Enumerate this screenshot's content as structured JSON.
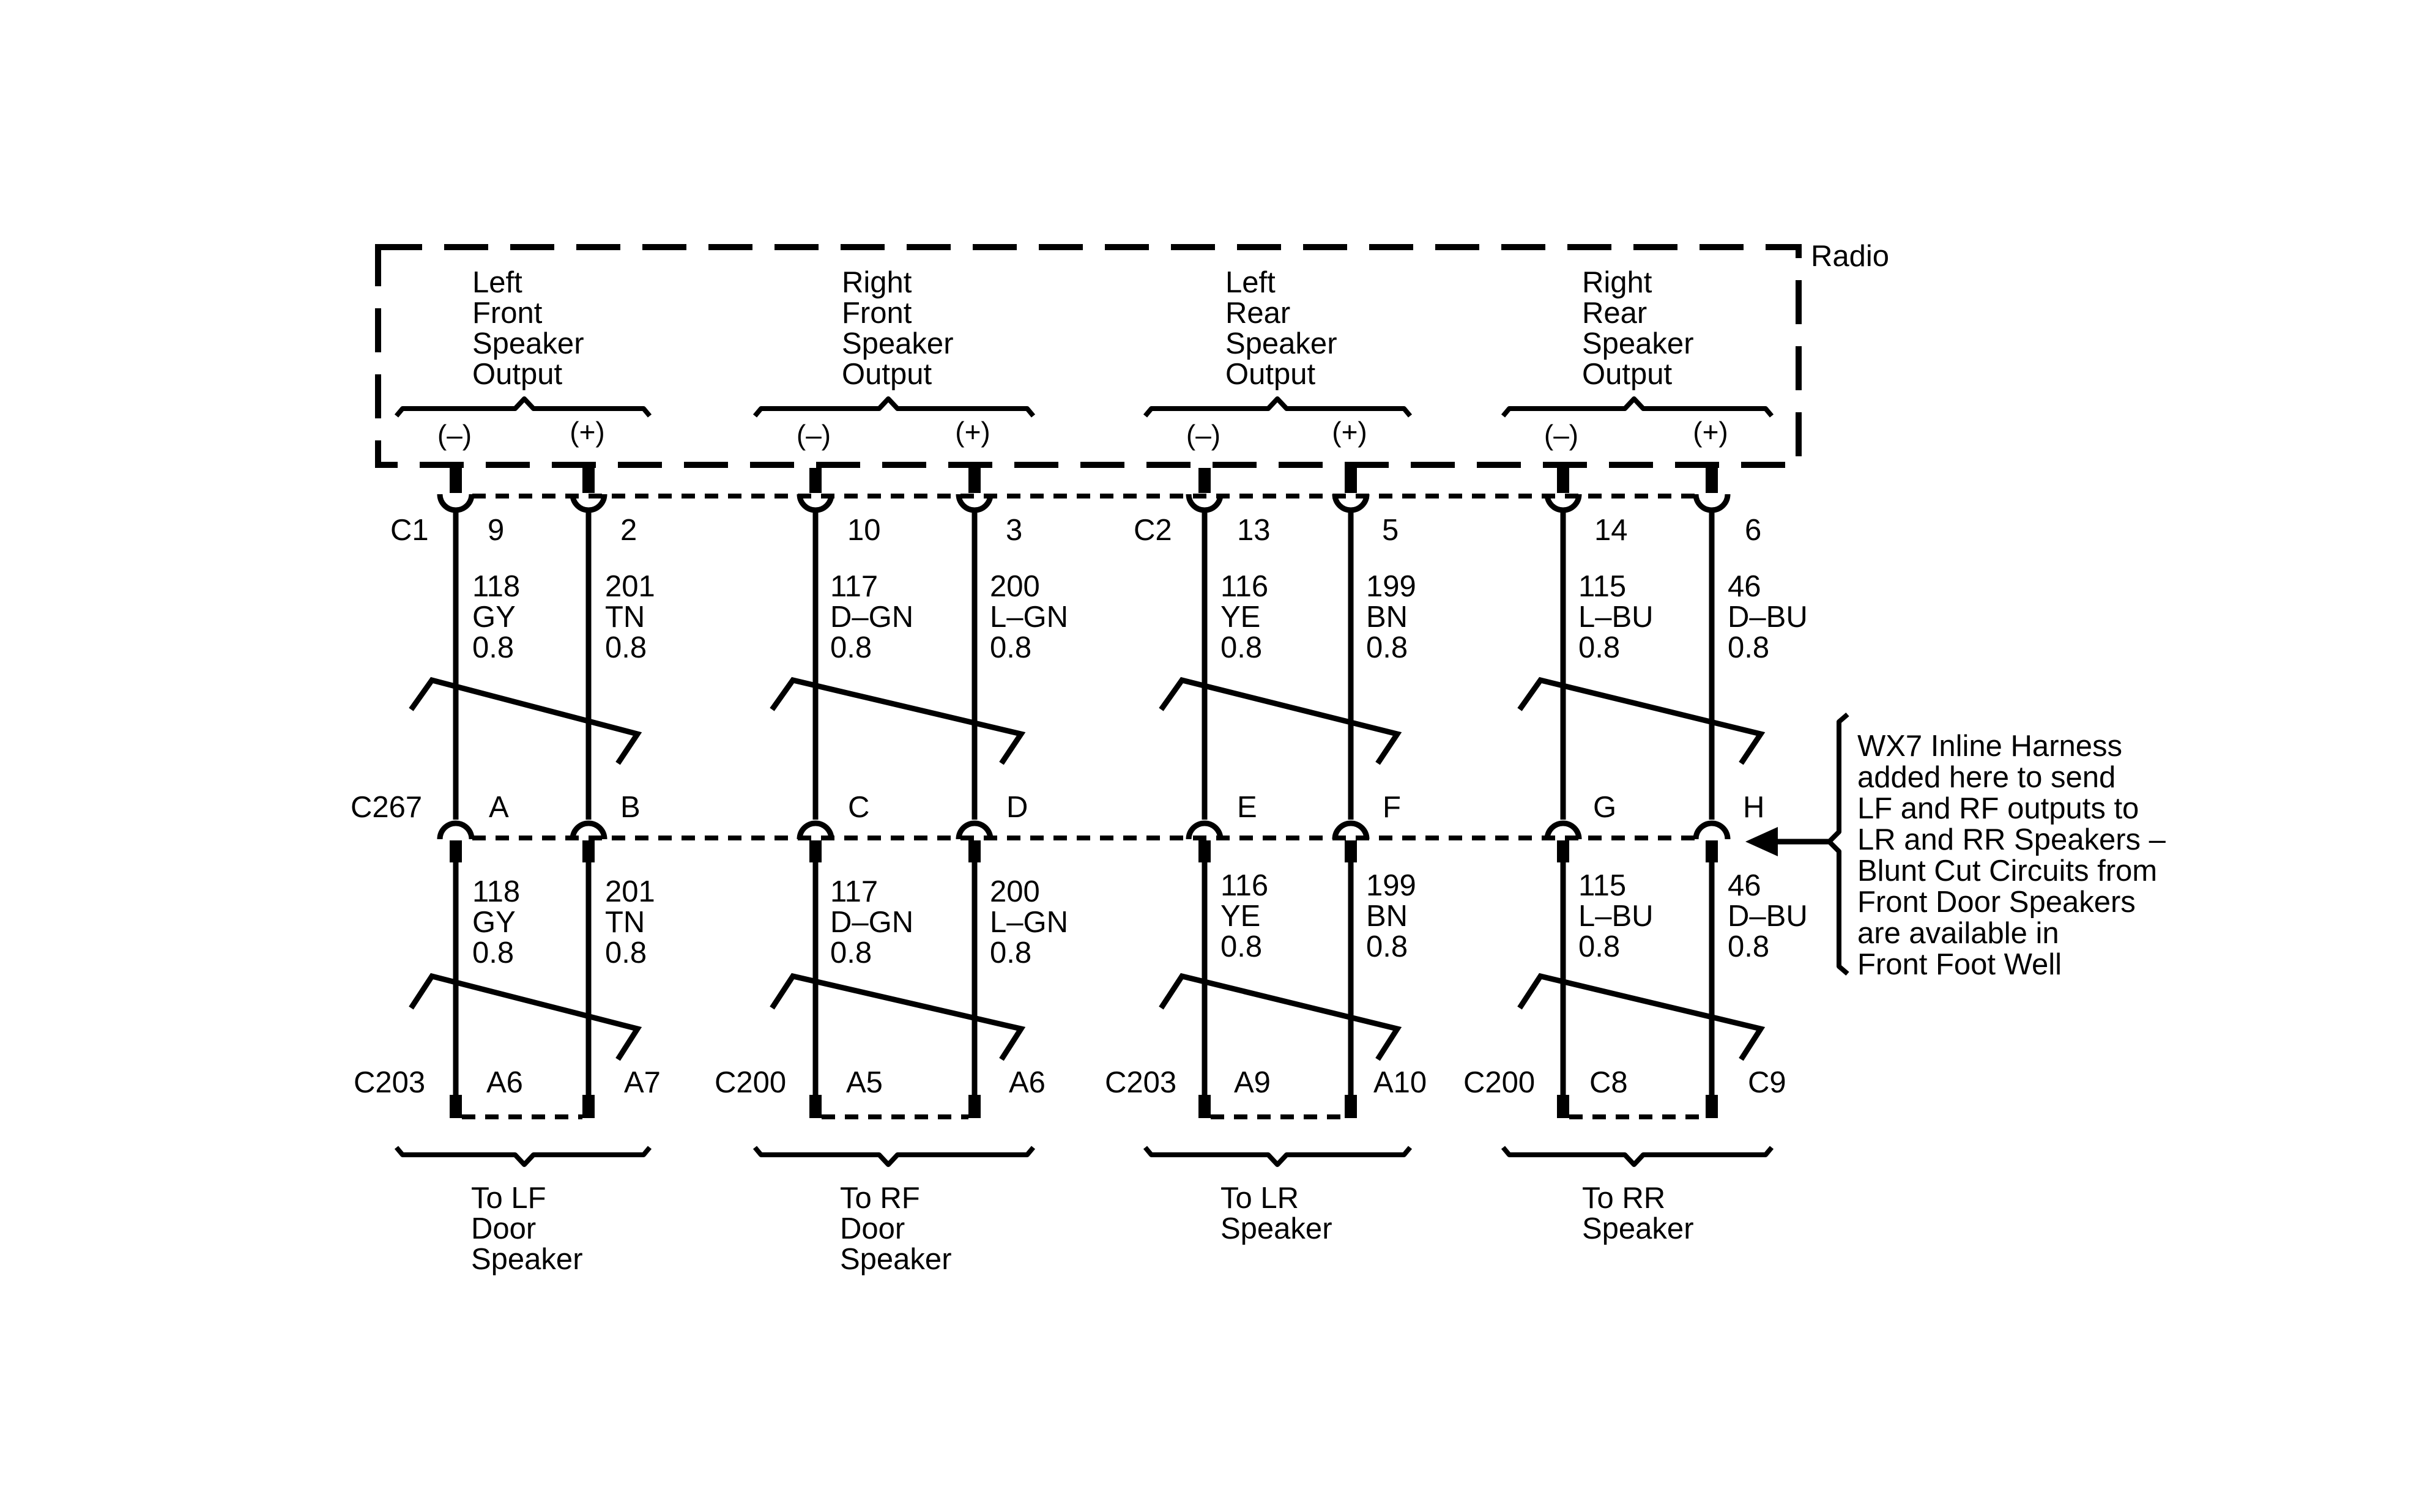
{
  "radio_label": "Radio",
  "outputs": [
    {
      "lines": [
        "Left",
        "Front",
        "Speaker",
        "Output"
      ]
    },
    {
      "lines": [
        "Right",
        "Front",
        "Speaker",
        "Output"
      ]
    },
    {
      "lines": [
        "Left",
        "Rear",
        "Speaker",
        "Output"
      ]
    },
    {
      "lines": [
        "Right",
        "Rear",
        "Speaker",
        "Output"
      ]
    }
  ],
  "polarity": {
    "neg": "(–)",
    "pos": "(+)"
  },
  "radio_connectors": [
    "C1",
    "C2"
  ],
  "radio_pins": [
    "9",
    "2",
    "10",
    "3",
    "13",
    "5",
    "14",
    "6"
  ],
  "inline_connector": "C267",
  "inline_pins": [
    "A",
    "B",
    "C",
    "D",
    "E",
    "F",
    "G",
    "H"
  ],
  "wires": [
    {
      "circuit": "118",
      "color": "GY",
      "size": "0.8"
    },
    {
      "circuit": "201",
      "color": "TN",
      "size": "0.8"
    },
    {
      "circuit": "117",
      "color": "D–GN",
      "size": "0.8"
    },
    {
      "circuit": "200",
      "color": "L–GN",
      "size": "0.8"
    },
    {
      "circuit": "116",
      "color": "YE",
      "size": "0.8"
    },
    {
      "circuit": "199",
      "color": "BN",
      "size": "0.8"
    },
    {
      "circuit": "115",
      "color": "L–BU",
      "size": "0.8"
    },
    {
      "circuit": "46",
      "color": "D–BU",
      "size": "0.8"
    }
  ],
  "lower_wires": [
    {
      "circuit": "118",
      "color": "GY",
      "size": "0.8"
    },
    {
      "circuit": "201",
      "color": "TN",
      "size": "0.8"
    },
    {
      "circuit": "117",
      "color": "D–GN",
      "size": "0.8"
    },
    {
      "circuit": "200",
      "color": "L–GN",
      "size": "0.8"
    },
    {
      "circuit": "116",
      "color": "YE",
      "size": "0.8"
    },
    {
      "circuit": "199",
      "color": "BN",
      "size": "0.8"
    },
    {
      "circuit": "115",
      "color": "L–BU",
      "size": "0.8"
    },
    {
      "circuit": "46",
      "color": "D–BU",
      "size": "0.8"
    }
  ],
  "bottom_connectors": [
    "C203",
    "C200",
    "C203",
    "C200"
  ],
  "bottom_pins": [
    "A6",
    "A7",
    "A5",
    "A6",
    "A9",
    "A10",
    "C8",
    "C9"
  ],
  "destinations": [
    {
      "lines": [
        "To LF",
        "Door",
        "Speaker"
      ]
    },
    {
      "lines": [
        "To RF",
        "Door",
        "Speaker"
      ]
    },
    {
      "lines": [
        "To LR",
        "Speaker"
      ]
    },
    {
      "lines": [
        "To RR",
        "Speaker"
      ]
    }
  ],
  "note_lines": [
    "WX7 Inline Harness",
    "added here to send",
    "LF and RF outputs to",
    "LR and RR Speakers –",
    "Blunt Cut Circuits from",
    "Front Door Speakers",
    "are available in",
    "Front Foot Well"
  ]
}
